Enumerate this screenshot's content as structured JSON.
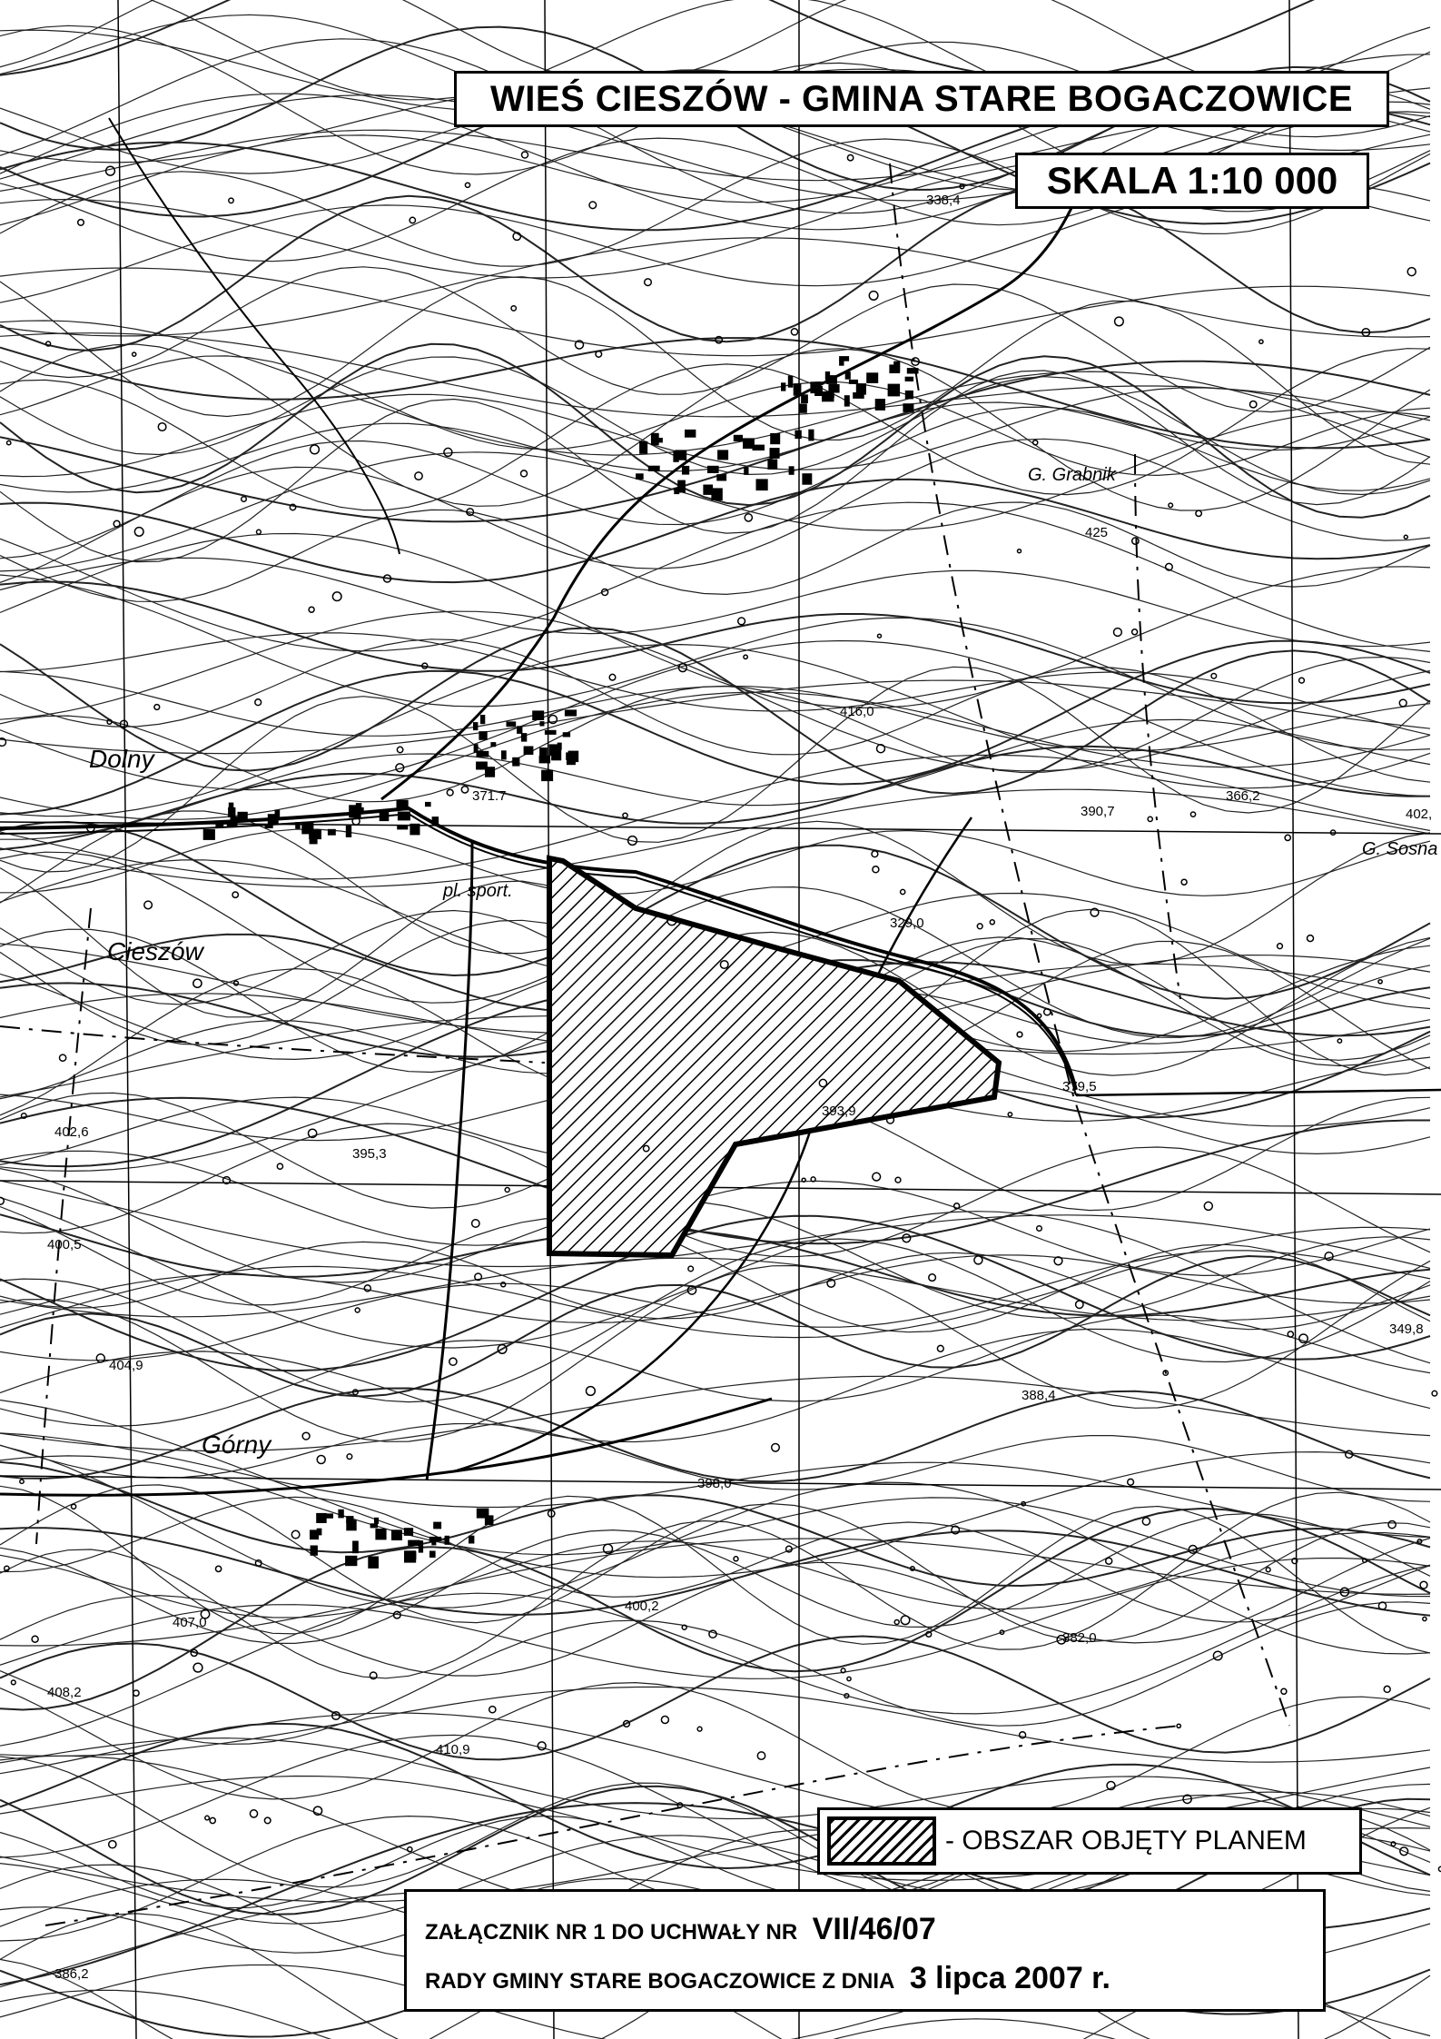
{
  "title": "WIEŚ CIESZÓW - GMINA STARE BOGACZOWICE",
  "scale": "SKALA 1:10 000",
  "legend": {
    "label": "- OBSZAR OBJĘTY PLANEM"
  },
  "footer": {
    "line1_prefix": "ZAŁĄCZNIK NR 1 DO UCHWAŁY NR",
    "resolution_number": "VII/46/07",
    "line2_prefix": "RADY GMINY STARE BOGACZOWICE Z DNIA",
    "date": "3 lipca 2007 r."
  },
  "places": {
    "dolny": "Dolny",
    "cieszow": "Cieszów",
    "gorny": "Górny",
    "pl_sport": "pl. sport.",
    "grabnik": "G. Grabnik",
    "sosna": "G. Sosna"
  },
  "elevations": {
    "e1": "371.7",
    "e2": "379,5",
    "e3": "402,6",
    "e4": "395,3",
    "e5": "400,5",
    "e6": "404,9",
    "e7": "407,0",
    "e8": "408,2",
    "e9": "398,0",
    "e10": "400,2",
    "e11": "388,4",
    "e12": "382,0",
    "e13": "349,8",
    "e14": "390,7",
    "e15": "416,0",
    "e16": "425",
    "e17": "366,2",
    "e18": "338,4",
    "e19": "329,0",
    "e20": "386,2",
    "e21": "410,9",
    "e22": "393,9",
    "e23": "402,"
  },
  "icons": {
    "hatch": "diagonal-hatch-swatch"
  },
  "colors": {
    "ink": "#000000",
    "paper": "#ffffff"
  }
}
